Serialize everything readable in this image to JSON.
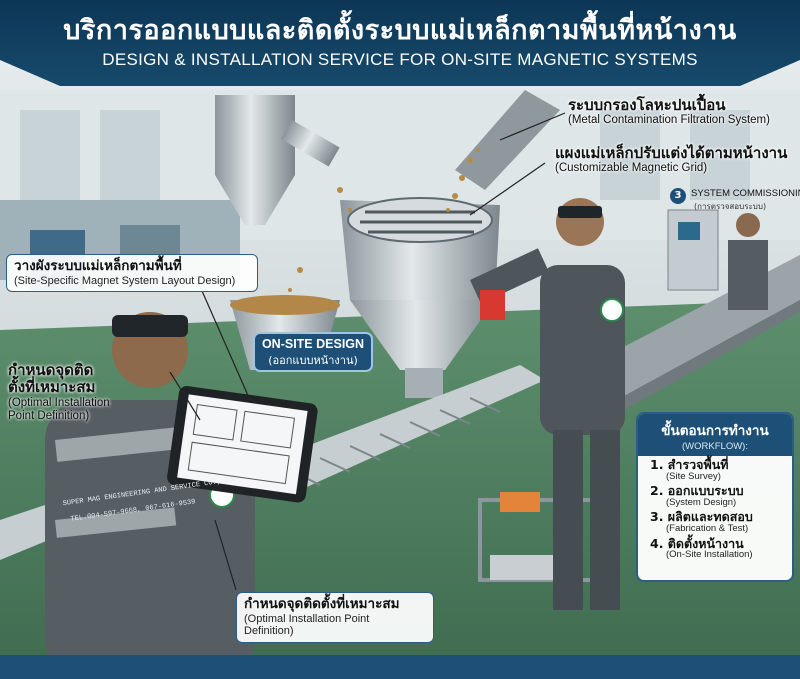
{
  "header": {
    "title_th": "บริการออกแบบและติดตั้งระบบแม่เหล็กตามพื้นที่หน้างาน",
    "title_en": "DESIGN & INSTALLATION SERVICE FOR ON-SITE MAGNETIC SYSTEMS"
  },
  "callouts": {
    "filtration": {
      "th": "ระบบกรองโลหะปนเปื้อน",
      "en": "(Metal Contamination Filtration System)"
    },
    "magnetic_grid": {
      "th": "แผงแม่เหล็กปรับแต่งได้ตามหน้างาน",
      "en": "(Customizable Magnetic Grid)"
    },
    "layout": {
      "th": "วางผังระบบแม่เหล็กตามพื้นที่",
      "en": "(Site-Specific Magnet System Layout Design)"
    },
    "installation_point_left": {
      "th_line1": "กำหนดจุดติด",
      "th_line2": "ตั้งที่เหมาะสม",
      "en_line1": "(Optimal Installation",
      "en_line2": "Point Definition)"
    },
    "installation_point_bottom": {
      "th": "กำหนดจุดติดตั้งที่เหมาะสม",
      "en_line1": "(Optimal Installation Point",
      "en_line2": "Definition)"
    },
    "onsite_design": {
      "en": "ON-SITE DESIGN",
      "th": "(ออกแบบหน้างาน)"
    },
    "commissioning": {
      "number": "3",
      "en": "SYSTEM COMMISSIONINO",
      "th": "(การตรวจสอบระบบ)"
    }
  },
  "workflow": {
    "title_th": "ขั้นตอนการทำงาน",
    "title_en": "(WORKFLOW):",
    "steps": [
      {
        "th": "1. สำรวจพื้นที่",
        "en": "(Site Survey)"
      },
      {
        "th": "2. ออกแบบระบบ",
        "en": "(System Design)"
      },
      {
        "th": "3. ผลิตและทดสอบ",
        "en": "(Fabrication & Test)"
      },
      {
        "th": "4. ติดตั้งหน้างาน",
        "en": "(On-Site Installation)"
      }
    ]
  },
  "vest": {
    "line1": "SUPER MAG ENGINEERING AND SERVICE CO.,LTD.",
    "line2": "TEL.004-597-9668, 067-616-9539"
  },
  "colors": {
    "banner": "#0d3656",
    "accent": "#1d4f77",
    "floor": "#4a7d5c"
  }
}
